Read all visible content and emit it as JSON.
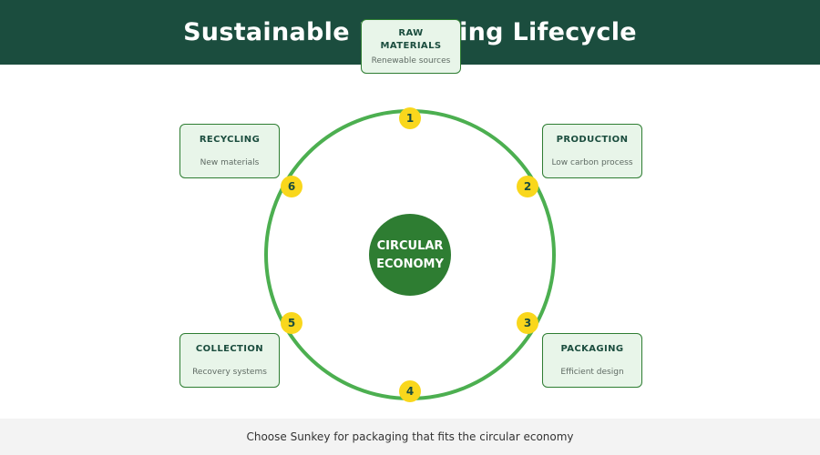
{
  "header": {
    "title": "Sustainable Packaging Lifecycle"
  },
  "center": {
    "line1": "CIRCULAR",
    "line2": "ECONOMY"
  },
  "stages": [
    {
      "number": "1",
      "title": "RAW MATERIALS",
      "description": "Renewable sources"
    },
    {
      "number": "2",
      "title": "PRODUCTION",
      "description": "Low carbon process"
    },
    {
      "number": "3",
      "title": "PACKAGING",
      "description": "Efficient design"
    },
    {
      "number": "4",
      "title": "",
      "description": ""
    },
    {
      "number": "5",
      "title": "COLLECTION",
      "description": "Recovery systems"
    },
    {
      "number": "6",
      "title": "RECYCLING",
      "description": "New materials"
    }
  ],
  "footer": {
    "text": "Choose Sunkey for packaging that fits the circular economy"
  },
  "colors": {
    "header_bg": "#1b4d3e",
    "ring": "#4caf50",
    "center_fill": "#2e7d32",
    "badge": "#f9d71c",
    "card_bg": "#e8f5e9",
    "card_border": "#2e7d32",
    "footer_bg": "#f3f3f3"
  }
}
